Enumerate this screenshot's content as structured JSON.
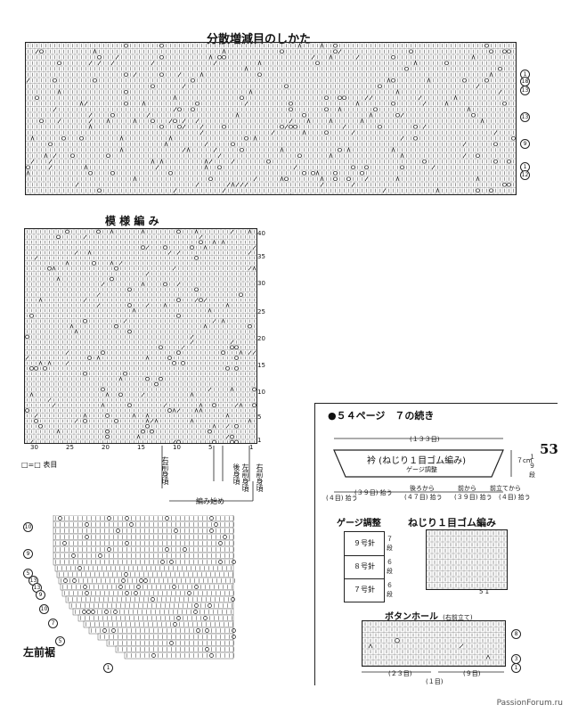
{
  "top_chart": {
    "title": "分散増減目のしかた",
    "right_markers": [
      "1",
      "18",
      "13",
      "13",
      "9",
      "1",
      "12"
    ]
  },
  "pattern_chart": {
    "title": "模 様 編 み",
    "right_numbers": [
      "40",
      "35",
      "30",
      "25",
      "20",
      "15",
      "10",
      "5",
      "1"
    ],
    "bottom_numbers": [
      "30",
      "25",
      "20",
      "15",
      "10",
      "5",
      "1"
    ],
    "legend": "□=□ 表目",
    "labels": [
      "右前身頃",
      "後身頃",
      "左前身頃",
      "右前身頃"
    ],
    "start_label": "編み始め"
  },
  "left_front": {
    "title": "左前裾",
    "left_markers": [
      "10",
      "9",
      "5",
      "13",
      "13",
      "9",
      "10",
      "7",
      "5",
      "1"
    ]
  },
  "panel": {
    "header": "●５４ページ　７の続き",
    "page_number": "53",
    "collar": {
      "width_label": "(１３３目)",
      "title": "衿 (ねじり１目ゴム編み)",
      "subtitle": "ゲージ調整",
      "height_label": "７cm",
      "rows_label": "１９段",
      "pickups": {
        "left_outer": "(４目) 拾う",
        "left_inner": "(３９目) 拾う",
        "back": "後ろから",
        "back_count": "(４７目) 拾う",
        "front": "前から",
        "front_count": "(３９目) 拾う",
        "front_edge": "前立てから",
        "front_edge_count": "(４目) 拾う"
      }
    },
    "gauge": {
      "title": "ゲージ調整",
      "needles": [
        "９号針",
        "８号針",
        "７号針"
      ],
      "rows": [
        "７段",
        "６段",
        "６段"
      ]
    },
    "rib": {
      "title": "ねじり１目ゴム編み",
      "numbers": "5 1"
    },
    "buttonhole": {
      "title": "ボタンホール",
      "note": "(右前立て)",
      "markers": [
        "8",
        "3",
        "1"
      ],
      "counts": [
        "(２３目)",
        "(１目)",
        "(９目)"
      ]
    }
  },
  "watermark": "PassionForum.ru"
}
